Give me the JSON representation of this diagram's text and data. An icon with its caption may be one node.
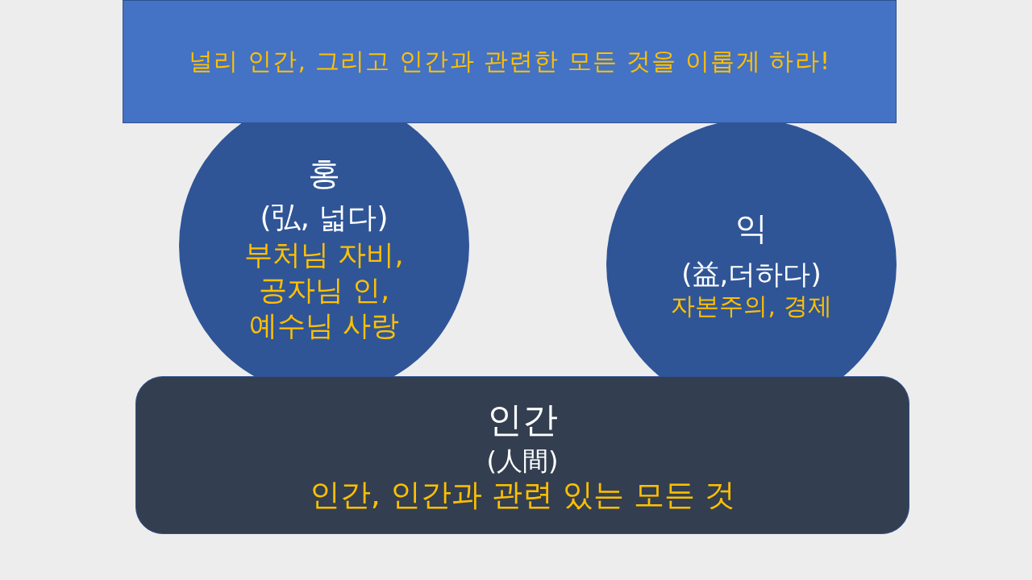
{
  "diagram": {
    "nodes": [
      {
        "text": [
          "널리 인간, 그리고 인간과 관련한 모든 것을 이롭게 하라!"
        ]
      },
      {
        "text": [
          "홍",
          "(弘, 넓다)",
          "부처님 자비, 공자님 인, 예수님 사랑"
        ]
      },
      {
        "text": [
          "익",
          "(益,더하다)",
          "자본주의, 경제"
        ]
      },
      {
        "text": [
          "인간",
          "(人間)",
          "인간, 인간과 관련 있는 모든 것"
        ]
      }
    ]
  }
}
